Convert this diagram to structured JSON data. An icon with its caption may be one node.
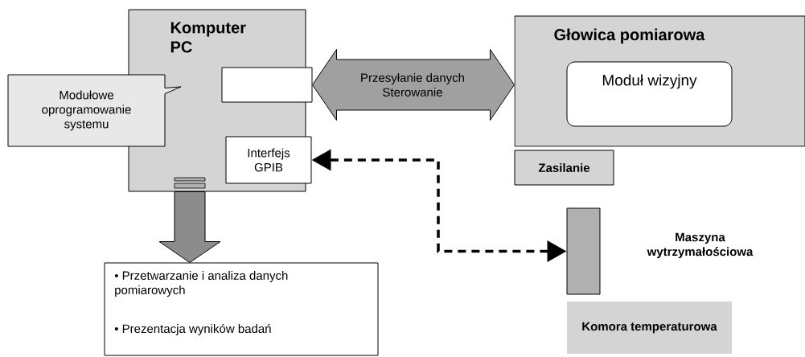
{
  "diagram": {
    "nodes": [
      {
        "text": [
          "Komputer PC"
        ]
      },
      {
        "text": [
          "Modułowe oprogramowanie systemu"
        ]
      },
      {
        "text": [],
        "shape": "box",
        "in": 0
      },
      {
        "text": [
          "Interfejs GPIB"
        ],
        "in": 0
      },
      {
        "text": [
          "Głowica pomiarowa"
        ]
      },
      {
        "text": [
          "Moduł wizyjny"
        ],
        "in": 4
      },
      {
        "text": [
          "Zasilanie"
        ]
      },
      {
        "text": [],
        "shape": "bar",
        "beside": [
          "Maszyna wytrzymałościowa"
        ]
      },
      {
        "text": [
          "Komora temperaturowa"
        ]
      },
      {
        "text": [
          "• Przetwarzanie i analiza danych pomiarowych",
          "• Prezentacja wyników badań"
        ]
      }
    ],
    "edges": [
      {
        "from": 2,
        "to": 4,
        "arrow": "both",
        "label": "Przesyłanie danych Sterowanie"
      },
      {
        "from": 7,
        "to": 3,
        "arrow": "both",
        "style": "dashed",
        "color": "#000000"
      },
      {
        "from": 0,
        "to": 9,
        "arrow": "to"
      }
    ]
  }
}
